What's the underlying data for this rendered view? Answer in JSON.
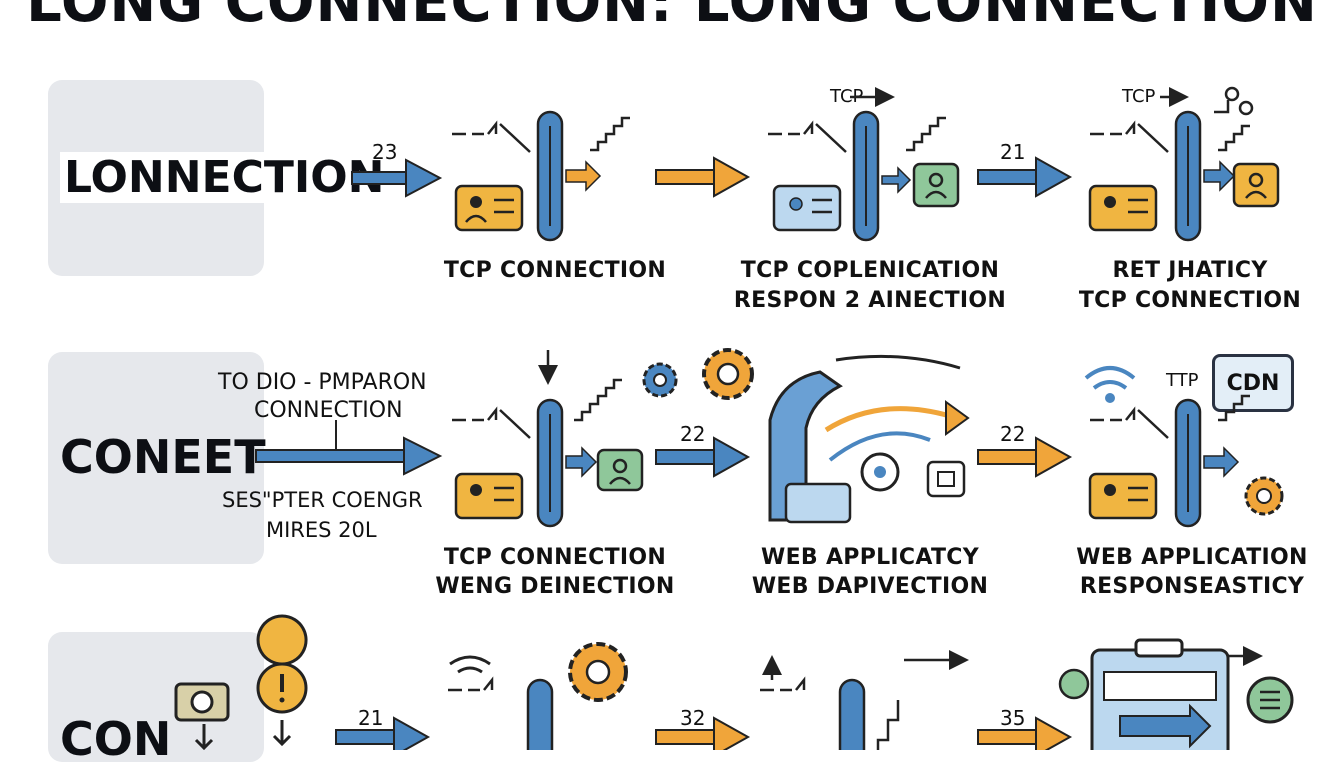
{
  "title": "LONG CONNECTION: LONG CONNECTION",
  "rows": [
    {
      "label": "LONNECTION",
      "arrow_number": "23",
      "captions": [
        {
          "line1": "TCP CONNECTION",
          "line2": ""
        },
        {
          "line1": "TCP COPLENICATION",
          "line2": "RESPON 2 AINECTION"
        },
        {
          "line1": "RET JHATICY",
          "line2": "TCP CONNECTION"
        }
      ],
      "arrow_numbers": [
        "",
        "21"
      ],
      "tags": [
        "TCP",
        "TCP"
      ]
    },
    {
      "label": "CONEET",
      "note_top": [
        "TO DIO - PMPARON",
        "CONNECTION"
      ],
      "note_bottom": [
        "SES\"PTER COENGR",
        "MIRES 20L"
      ],
      "captions": [
        {
          "line1": "TCP CONNECTION",
          "line2": "WENG DEINECTION"
        },
        {
          "line1": "WEB APPLICATCY",
          "line2": "WEB DAPIVECTION"
        },
        {
          "line1": "WEB APPLICATION",
          "line2": "RESPONSEASTICY"
        }
      ],
      "arrow_numbers": [
        "22",
        "22"
      ],
      "tags": [
        "TTP",
        "CDN"
      ]
    },
    {
      "label": "CON",
      "arrow_numbers": [
        "21",
        "32",
        "35"
      ]
    }
  ]
}
